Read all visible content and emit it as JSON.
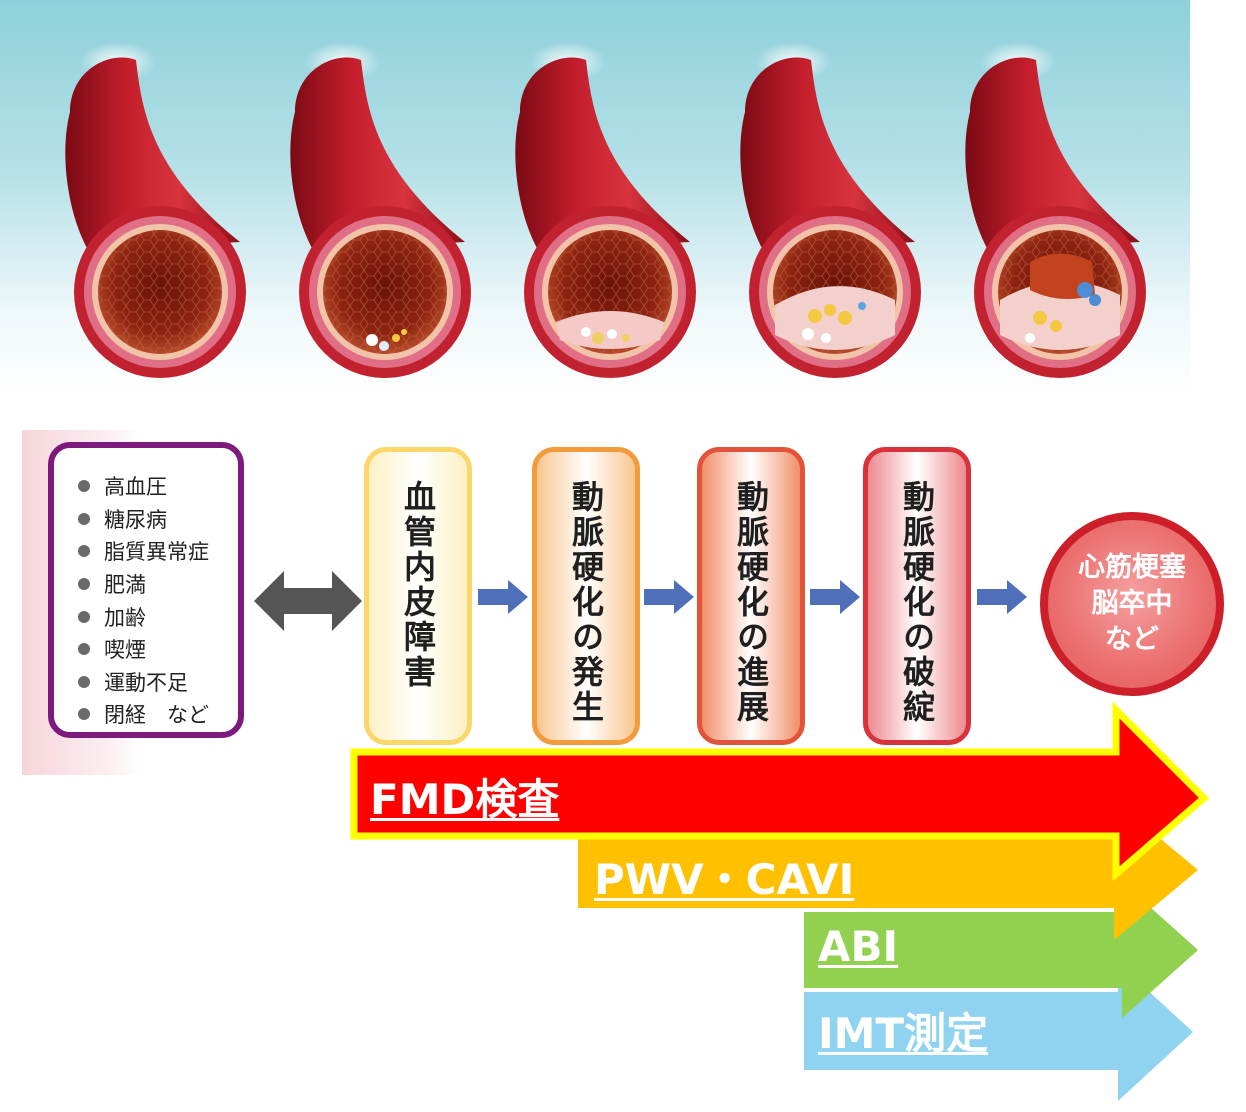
{
  "risk_factors": {
    "items": [
      "高血圧",
      "糖尿病",
      "脂質異常症",
      "肥満",
      "加齢",
      "喫煙",
      "運動不足",
      "閉経　など"
    ]
  },
  "stages": [
    {
      "label": "血管内皮障害",
      "fill": "#fdf0c4",
      "border": "#fbd66a"
    },
    {
      "label": "動脈硬化の発生",
      "fill": "#f8c690",
      "border": "#f39a3c"
    },
    {
      "label": "動脈硬化の進展",
      "fill": "#f1906a",
      "border": "#e2543a"
    },
    {
      "label": "動脈硬化の破綻",
      "fill": "#ee8a8e",
      "border": "#d8333c"
    }
  ],
  "outcome": {
    "lines": [
      "心筋梗塞",
      "脳卒中",
      "など"
    ]
  },
  "tests": [
    {
      "label": "FMD検査",
      "color": "#ff0000",
      "outline": "#ffff00"
    },
    {
      "label": "PWV・CAVI",
      "color": "#ffc000"
    },
    {
      "label": "ABI",
      "color": "#92d050"
    },
    {
      "label": "IMT測定",
      "color": "#8fd3f0"
    }
  ],
  "colors": {
    "flow_arrow": "#4f6fb8",
    "double_arrow": "#555555",
    "vessel_wall": "#c01f2d",
    "vessel_ring": "#e07a8c"
  }
}
